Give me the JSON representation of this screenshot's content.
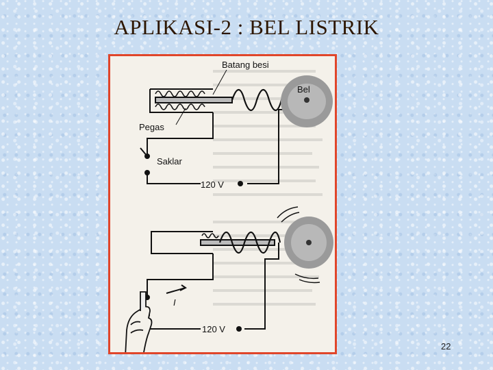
{
  "slide": {
    "title": "APLIKASI-2 : BEL LISTRIK",
    "page_number": "22"
  },
  "diagram": {
    "label_rod": "Batang besi",
    "label_bell": "Bel",
    "label_spring": "Pegas",
    "label_switch": "Saklar",
    "label_voltage_top": "120 V",
    "label_current": "I",
    "label_voltage_bottom": "120 V"
  },
  "colors": {
    "frame_border": "#e0452a",
    "title_text": "#2d1600",
    "background": "#c9ddf2"
  }
}
